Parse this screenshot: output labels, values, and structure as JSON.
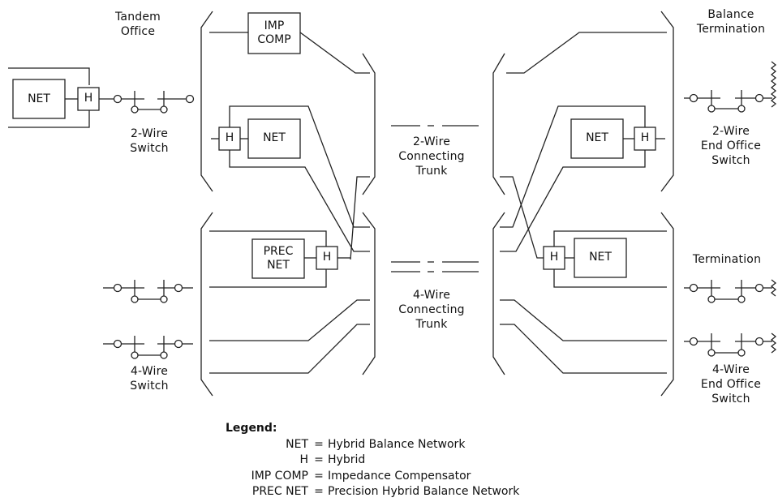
{
  "labels": {
    "tandem_office": "Tandem\nOffice",
    "two_wire_switch": "2-Wire\nSwitch",
    "four_wire_switch": "4-Wire\nSwitch",
    "two_wire_trunk": "2-Wire\nConnecting\nTrunk",
    "four_wire_trunk": "4-Wire\nConnecting\nTrunk",
    "balance_termination": "Balance\nTermination",
    "two_wire_end_office": "2-Wire\nEnd Office\nSwitch",
    "termination": "Termination",
    "four_wire_end_office": "4-Wire\nEnd Office\nSwitch"
  },
  "boxes": {
    "net": "NET",
    "h": "H",
    "imp_comp": "IMP\nCOMP",
    "prec_net": "PREC\nNET"
  },
  "legend": {
    "title": "Legend:",
    "items": [
      {
        "abbr": "NET",
        "def": "Hybrid Balance Network"
      },
      {
        "abbr": "H",
        "def": "Hybrid"
      },
      {
        "abbr": "IMP COMP",
        "def": "Impedance Compensator"
      },
      {
        "abbr": "PREC NET",
        "def": "Precision Hybrid Balance Network"
      }
    ]
  }
}
